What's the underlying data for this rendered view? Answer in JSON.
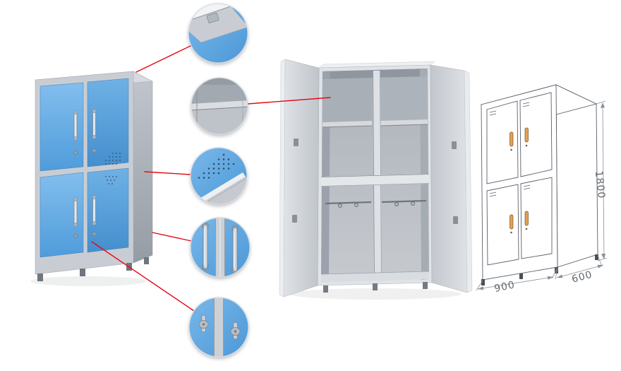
{
  "dimensions": {
    "height": "1800",
    "width": "900",
    "depth": "600"
  },
  "callouts": [
    {
      "icon": "top-corner-detail-icon"
    },
    {
      "icon": "shelf-detail-icon"
    },
    {
      "icon": "vent-holes-detail-icon"
    },
    {
      "icon": "handles-detail-icon"
    },
    {
      "icon": "locks-detail-icon"
    }
  ],
  "colors": {
    "callout_line_red": "#e50914",
    "door_blue": "#5aa2df",
    "frame_gray": "#c9cdd3",
    "interior_gray": "#b8bdc4",
    "wireframe_handle_orange": "#e2a055"
  }
}
